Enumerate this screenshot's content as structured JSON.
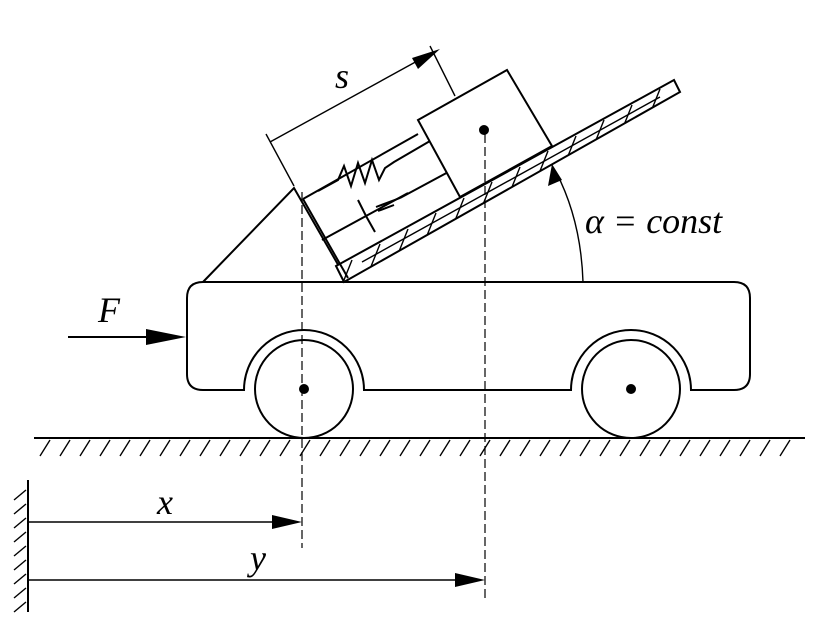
{
  "labels": {
    "force": "F",
    "slider_displacement": "s",
    "angle": "α = const",
    "cart_position": "x",
    "mass_position": "y"
  }
}
